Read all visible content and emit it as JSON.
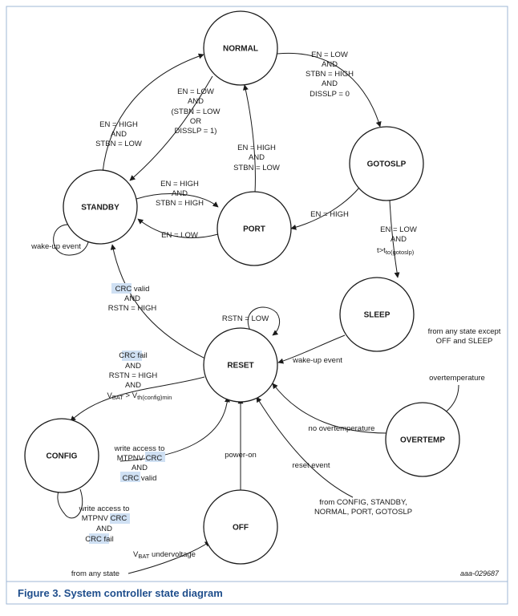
{
  "states": {
    "normal": "NORMAL",
    "gotoslp": "GOTOSLP",
    "standby": "STANDBY",
    "port": "PORT",
    "sleep": "SLEEP",
    "reset": "RESET",
    "overtemp": "OVERTEMP",
    "config": "CONFIG",
    "off": "OFF"
  },
  "transitions": {
    "normal_to_gotoslp": [
      "EN = LOW",
      "AND",
      "STBN = HIGH",
      "AND",
      "DISSLP = 0"
    ],
    "normal_to_standby": [
      "EN = LOW",
      "AND",
      "(STBN = LOW",
      "OR",
      "DISSLP = 1)"
    ],
    "standby_to_normal": [
      "EN = HIGH",
      "AND",
      "STBN = LOW"
    ],
    "port_to_normal": [
      "EN = HIGH",
      "AND",
      "STBN = LOW"
    ],
    "standby_to_port": [
      "EN = HIGH",
      "AND",
      "STBN = HIGH"
    ],
    "port_to_standby": "EN = LOW",
    "gotoslp_to_port": "EN = HIGH",
    "gotoslp_to_sleep_1": "EN = LOW",
    "gotoslp_to_sleep_2": "AND",
    "gotoslp_to_sleep_3_prefix": "t>t",
    "gotoslp_to_sleep_3_sub": "to(gotoslp)",
    "standby_wake": "wake-up event",
    "reset_to_standby_crc": "CRC",
    "reset_to_standby_1_rest": " valid",
    "reset_to_standby_2": "AND",
    "reset_to_standby_3": "RSTN = HIGH",
    "reset_self": "RSTN = LOW",
    "sleep_to_reset": "wake-up event",
    "any_to_overtemp_1": "from any state except",
    "any_to_overtemp_2": "OFF and SLEEP",
    "any_to_overtemp_3": "overtemperature",
    "overtemp_to_reset": "no overtemperature",
    "reset_to_config_crc": "CRC",
    "reset_to_config_1_rest": " fail",
    "reset_to_config_2": "AND",
    "reset_to_config_3": "RSTN = HIGH",
    "reset_to_config_4": "AND",
    "reset_to_config_5_v": "V",
    "reset_to_config_5_vsub": "BAT",
    "reset_to_config_5_mid": " > V",
    "reset_to_config_5_sub": "th(config)min",
    "config_to_reset_1": "write access to",
    "config_to_reset_2a": "MTPNV ",
    "config_to_reset_2crc": "CRC",
    "config_to_reset_3": "AND",
    "config_to_reset_4crc": "CRC",
    "config_to_reset_4b": " valid",
    "config_self_1": "write access to",
    "config_self_2a": "MTPNV ",
    "config_self_2crc": "CRC",
    "config_self_3": "AND",
    "config_self_4crc": "CRC",
    "config_self_4b": " fail",
    "off_to_reset": "power-on",
    "reset_event": "reset event",
    "reset_event_from_1": "from CONFIG, STANDBY,",
    "reset_event_from_2": "NORMAL, PORT, GOTOSLP",
    "any_to_off_1": "from any state",
    "any_to_off_v": "V",
    "any_to_off_vsub": "BAT",
    "any_to_off_rest": " undervoltage"
  },
  "figure_id": "aaa-029687",
  "caption": "Figure 3.  System controller state diagram",
  "colors": {
    "accent": "#1f4e8c",
    "highlight": "#cfe0f3",
    "frame": "#9fb7d6"
  }
}
